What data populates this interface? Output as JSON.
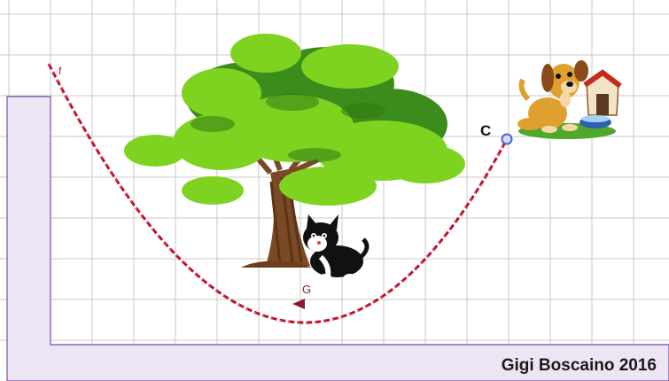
{
  "labels": {
    "curve_name": "f",
    "point_c": "C",
    "point_g": "G"
  },
  "credit": "Gigi Boscaino 2016",
  "colors": {
    "grid": "#c8c8c8",
    "region_fill": "#ece6f4",
    "region_stroke": "#7d4ba3",
    "curve": "#c0102a",
    "point_c": "#4b5fd6",
    "point_g": "#8b1a2e"
  },
  "icons": {
    "tree": "tree-icon",
    "cat": "cat-icon",
    "dog": "dog-with-doghouse-icon"
  }
}
